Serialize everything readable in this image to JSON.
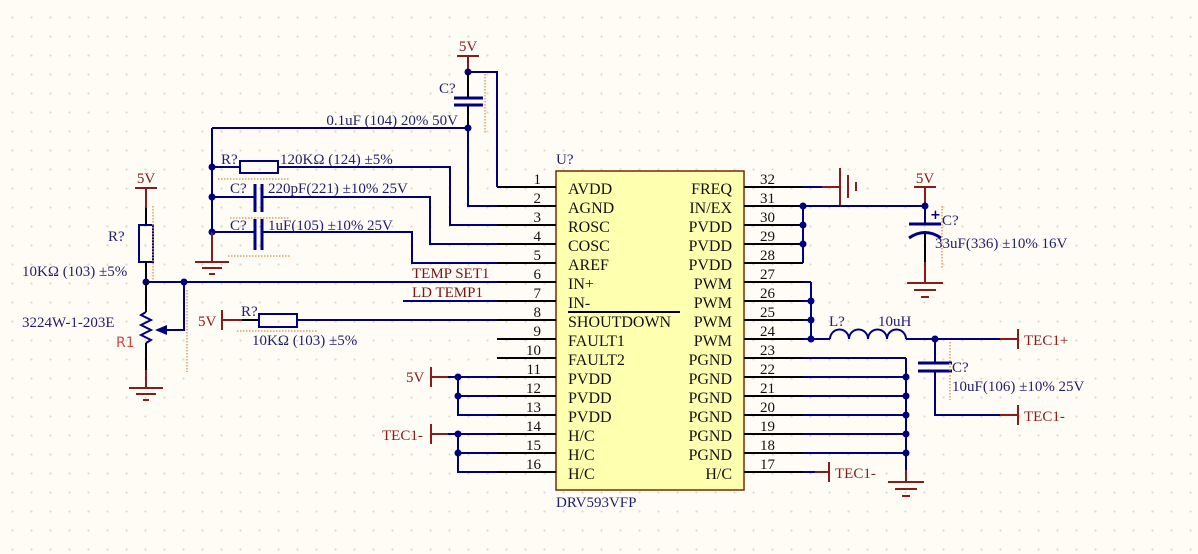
{
  "ic": {
    "designator": "U?",
    "part": "DRV593VFP",
    "left_pins": [
      {
        "num": "1",
        "name": "AVDD"
      },
      {
        "num": "2",
        "name": "AGND"
      },
      {
        "num": "3",
        "name": "ROSC"
      },
      {
        "num": "4",
        "name": "COSC"
      },
      {
        "num": "5",
        "name": "AREF"
      },
      {
        "num": "6",
        "name": "IN+"
      },
      {
        "num": "7",
        "name": "IN-"
      },
      {
        "num": "8",
        "name": "SHOUTDOWN"
      },
      {
        "num": "9",
        "name": "FAULT1"
      },
      {
        "num": "10",
        "name": "FAULT2"
      },
      {
        "num": "11",
        "name": "PVDD"
      },
      {
        "num": "12",
        "name": "PVDD"
      },
      {
        "num": "13",
        "name": "PVDD"
      },
      {
        "num": "14",
        "name": "H/C"
      },
      {
        "num": "15",
        "name": "H/C"
      },
      {
        "num": "16",
        "name": "H/C"
      }
    ],
    "right_pins": [
      {
        "num": "32",
        "name": "FREQ"
      },
      {
        "num": "31",
        "name": "IN/EX"
      },
      {
        "num": "30",
        "name": "PVDD"
      },
      {
        "num": "29",
        "name": "PVDD"
      },
      {
        "num": "28",
        "name": "PVDD"
      },
      {
        "num": "27",
        "name": "PWM"
      },
      {
        "num": "26",
        "name": "PWM"
      },
      {
        "num": "25",
        "name": "PWM"
      },
      {
        "num": "24",
        "name": "PWM"
      },
      {
        "num": "23",
        "name": "PGND"
      },
      {
        "num": "22",
        "name": "PGND"
      },
      {
        "num": "21",
        "name": "PGND"
      },
      {
        "num": "20",
        "name": "PGND"
      },
      {
        "num": "19",
        "name": "PGND"
      },
      {
        "num": "18",
        "name": "PGND"
      },
      {
        "num": "17",
        "name": "H/C"
      }
    ]
  },
  "components": {
    "c_decoupling": {
      "designator": "C?",
      "value": "0.1uF (104) 20% 50V"
    },
    "r_osc": {
      "designator": "R?",
      "value": "120KΩ (124) ±5%"
    },
    "c_osc": {
      "designator": "C?",
      "value": "220pF(221) ±10% 25V"
    },
    "c_aref": {
      "designator": "C?",
      "value": "1uF(105) ±10% 25V"
    },
    "r_divider": {
      "designator": "R?",
      "value": "10KΩ (103) ±5%"
    },
    "pot": {
      "designator": "R1",
      "part": "3224W-1-203E"
    },
    "r_shutdown": {
      "designator": "R?",
      "value": "10KΩ (103) ±5%"
    },
    "c_bulk": {
      "designator": "C?",
      "value": "33uF(336) ±10% 16V"
    },
    "inductor": {
      "designator": "L?",
      "value": "10uH"
    },
    "c_output": {
      "designator": "C?",
      "value": "10uF(106) ±10% 25V"
    }
  },
  "power_ports": {
    "top": "5V",
    "pot": "5V",
    "shutdown": "5V",
    "pvdd": "5V",
    "bulk": "5V"
  },
  "net_labels": {
    "pin6": "TEMP SET1",
    "pin7": "LD TEMP1"
  },
  "ports": {
    "hc_left": "TEC1-",
    "tec_pos": "TEC1+",
    "tec_neg": "TEC1-",
    "hc_right": "TEC1-"
  },
  "colors": {
    "wire": "#00007f",
    "power": "#8b1a1a",
    "ic_fill": "#ffffb0",
    "background": "#fffcf5"
  }
}
